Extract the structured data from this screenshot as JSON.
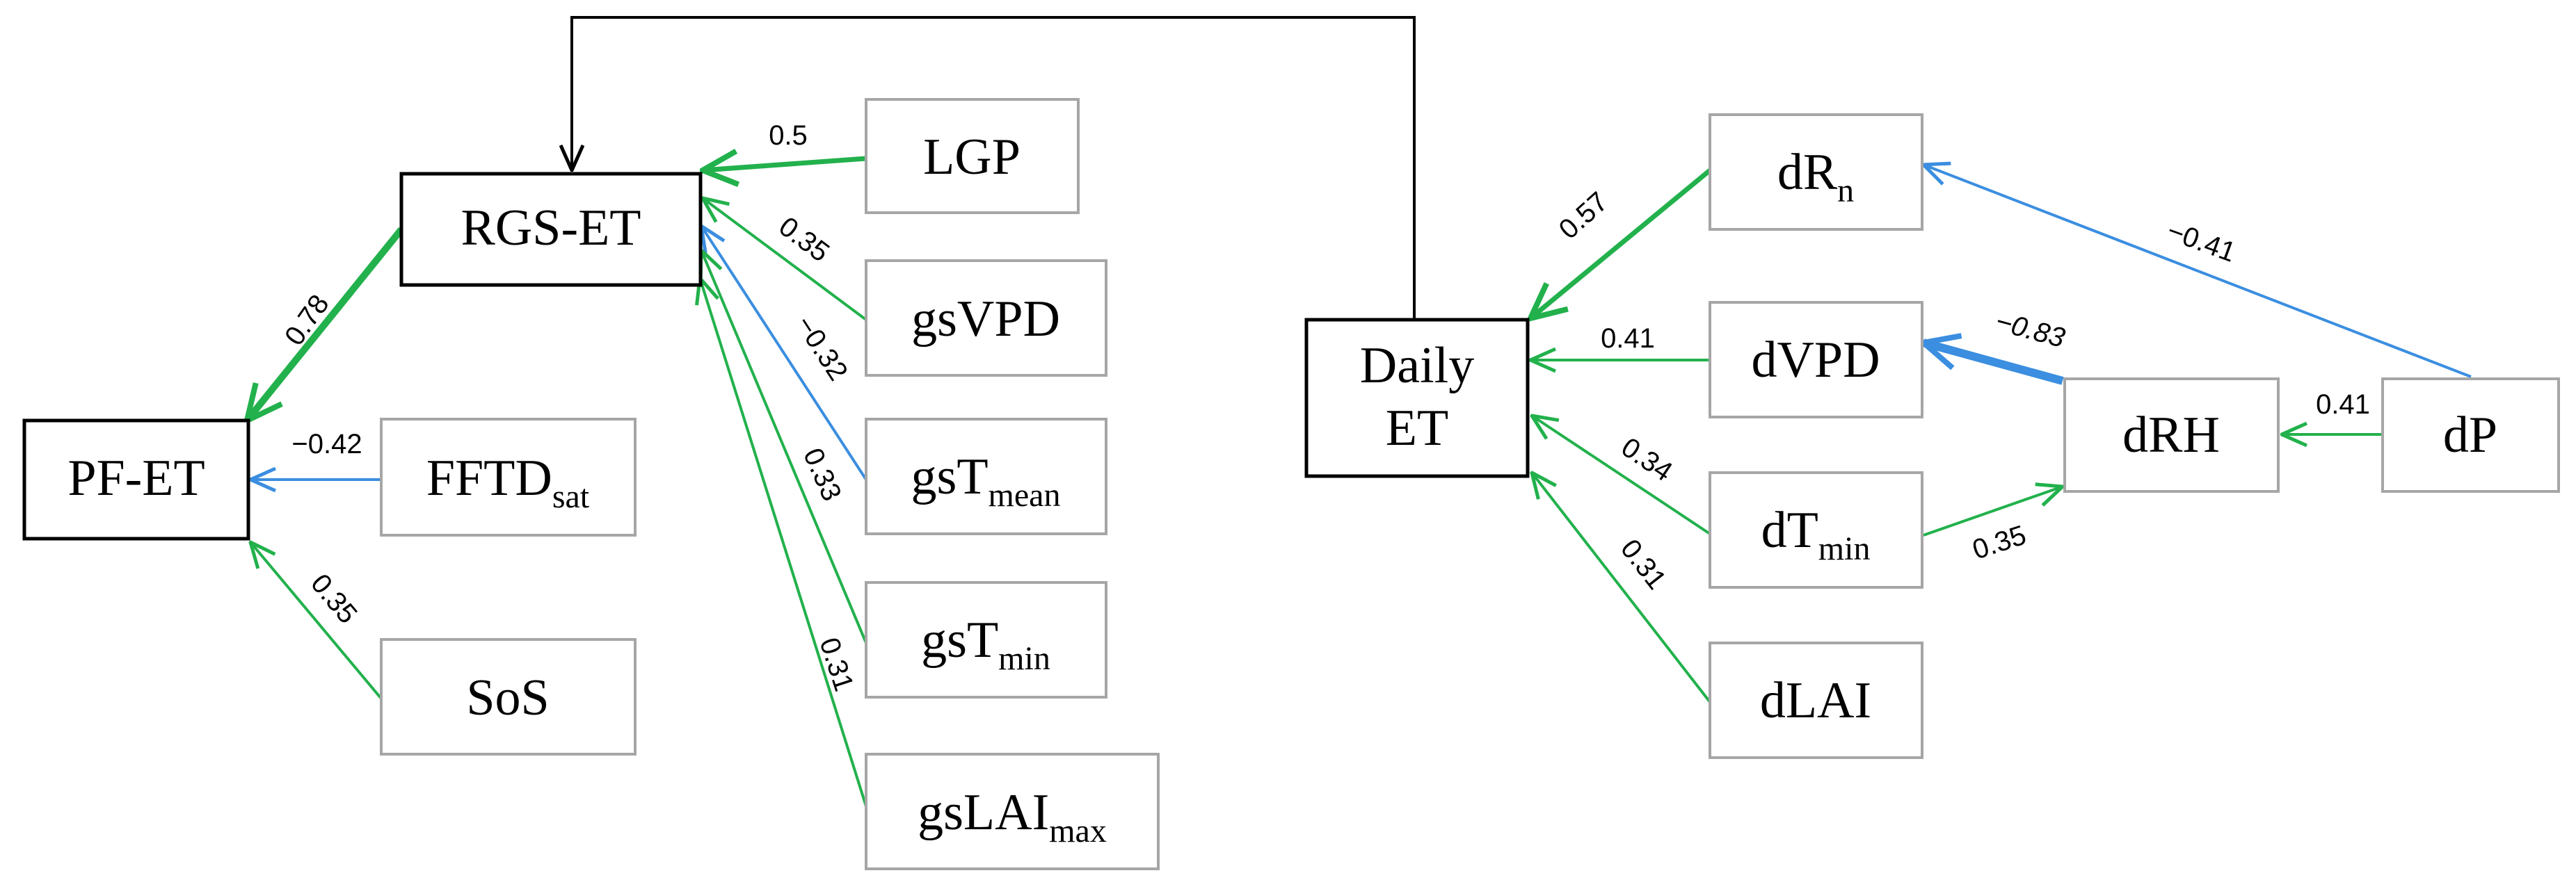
{
  "colors": {
    "positive": "#22b14c",
    "negative": "#3b8ee0",
    "main_box_border": "#000000",
    "input_box_border": "#a6a6a6",
    "feedback_arrow": "#000000"
  },
  "nodes": {
    "pf_et": {
      "text": "PF-ET",
      "sub": ""
    },
    "rgs_et": {
      "text": "RGS-ET",
      "sub": ""
    },
    "fftd": {
      "text": "FFTD",
      "sub": "sat"
    },
    "sos": {
      "text": "SoS",
      "sub": ""
    },
    "lgp": {
      "text": "LGP",
      "sub": ""
    },
    "gsvpd": {
      "text": "gsVPD",
      "sub": ""
    },
    "gstmean": {
      "text": "gsT",
      "sub": "mean"
    },
    "gstmin": {
      "text": "gsT",
      "sub": "min"
    },
    "gslai": {
      "text": "gsLAI",
      "sub": "max"
    },
    "daily_et": {
      "line1": "Daily",
      "line2": "ET"
    },
    "drn": {
      "text": "dR",
      "sub": "n"
    },
    "dvpd": {
      "text": "dVPD",
      "sub": ""
    },
    "dtmin": {
      "text": "dT",
      "sub": "min"
    },
    "dlai": {
      "text": "dLAI",
      "sub": ""
    },
    "drh": {
      "text": "dRH",
      "sub": ""
    },
    "dp": {
      "text": "dP",
      "sub": ""
    }
  },
  "edges": [
    {
      "id": "rgs-pf",
      "from": "RGS-ET",
      "to": "PF-ET",
      "coef": "0.78",
      "sign": "positive"
    },
    {
      "id": "fftd-pf",
      "from": "FFTD",
      "to": "PF-ET",
      "coef": "−0.42",
      "sign": "negative"
    },
    {
      "id": "sos-pf",
      "from": "SoS",
      "to": "PF-ET",
      "coef": "0.35",
      "sign": "positive"
    },
    {
      "id": "lgp-rgs",
      "from": "LGP",
      "to": "RGS-ET",
      "coef": "0.5",
      "sign": "positive"
    },
    {
      "id": "gsvpd-rgs",
      "from": "gsVPD",
      "to": "RGS-ET",
      "coef": "0.35",
      "sign": "positive"
    },
    {
      "id": "gstmean-rgs",
      "from": "gsTmean",
      "to": "RGS-ET",
      "coef": "−0.32",
      "sign": "negative"
    },
    {
      "id": "gstmin-rgs",
      "from": "gsTmin",
      "to": "RGS-ET",
      "coef": "0.33",
      "sign": "positive"
    },
    {
      "id": "gslai-rgs",
      "from": "gsLAImax",
      "to": "RGS-ET",
      "coef": "0.31",
      "sign": "positive"
    },
    {
      "id": "drn-daily",
      "from": "dRn",
      "to": "Daily ET",
      "coef": "0.57",
      "sign": "positive"
    },
    {
      "id": "dvpd-daily",
      "from": "dVPD",
      "to": "Daily ET",
      "coef": "0.41",
      "sign": "positive"
    },
    {
      "id": "dtmin-daily",
      "from": "dTmin",
      "to": "Daily ET",
      "coef": "0.34",
      "sign": "positive"
    },
    {
      "id": "dlai-daily",
      "from": "dLAI",
      "to": "Daily ET",
      "coef": "0.31",
      "sign": "positive"
    },
    {
      "id": "dp-drn",
      "from": "dP",
      "to": "dRn",
      "coef": "−0.41",
      "sign": "negative"
    },
    {
      "id": "drh-dvpd",
      "from": "dRH",
      "to": "dVPD",
      "coef": "−0.83",
      "sign": "negative"
    },
    {
      "id": "dp-drh",
      "from": "dP",
      "to": "dRH",
      "coef": "0.41",
      "sign": "positive"
    },
    {
      "id": "dtmin-drh",
      "from": "dTmin",
      "to": "dRH",
      "coef": "0.35",
      "sign": "positive"
    }
  ]
}
